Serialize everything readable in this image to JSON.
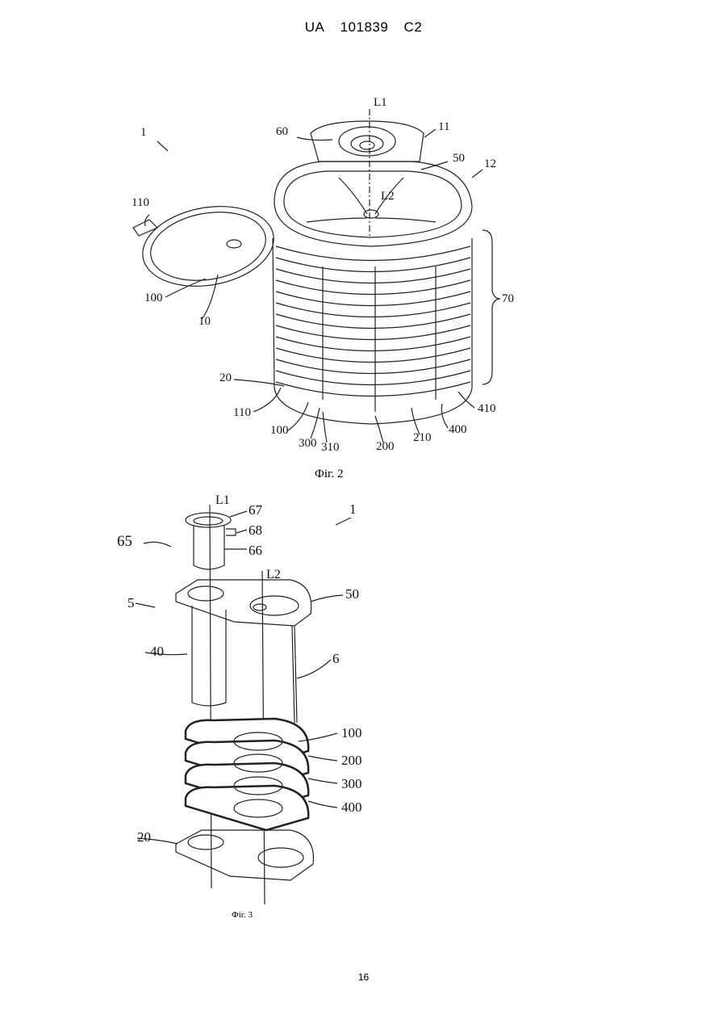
{
  "header": {
    "country": "UA",
    "number": "101839",
    "kind": "C2"
  },
  "figure2": {
    "caption": "Фіг. 2",
    "labels": {
      "l1": "L1",
      "l2": "L2",
      "n1": "1",
      "n11": "11",
      "n12": "12",
      "n60": "60",
      "n50": "50",
      "n110a": "110",
      "n100a": "100",
      "n10": "10",
      "n70": "70",
      "n20": "20",
      "n110b": "110",
      "n100b": "100",
      "n300": "300",
      "n310": "310",
      "n200": "200",
      "n210": "210",
      "n400": "400",
      "n410": "410"
    }
  },
  "figure3": {
    "caption": "Фіг. 3",
    "labels": {
      "l1": "L1",
      "l2": "L2",
      "n67": "67",
      "n68": "68",
      "n65": "65",
      "n66": "66",
      "n1": "1",
      "n5": "5",
      "n50": "50",
      "n40": "40",
      "n6": "6",
      "n100": "100",
      "n200": "200",
      "n300": "300",
      "n400": "400",
      "n20": "20"
    }
  },
  "page_number": "16"
}
